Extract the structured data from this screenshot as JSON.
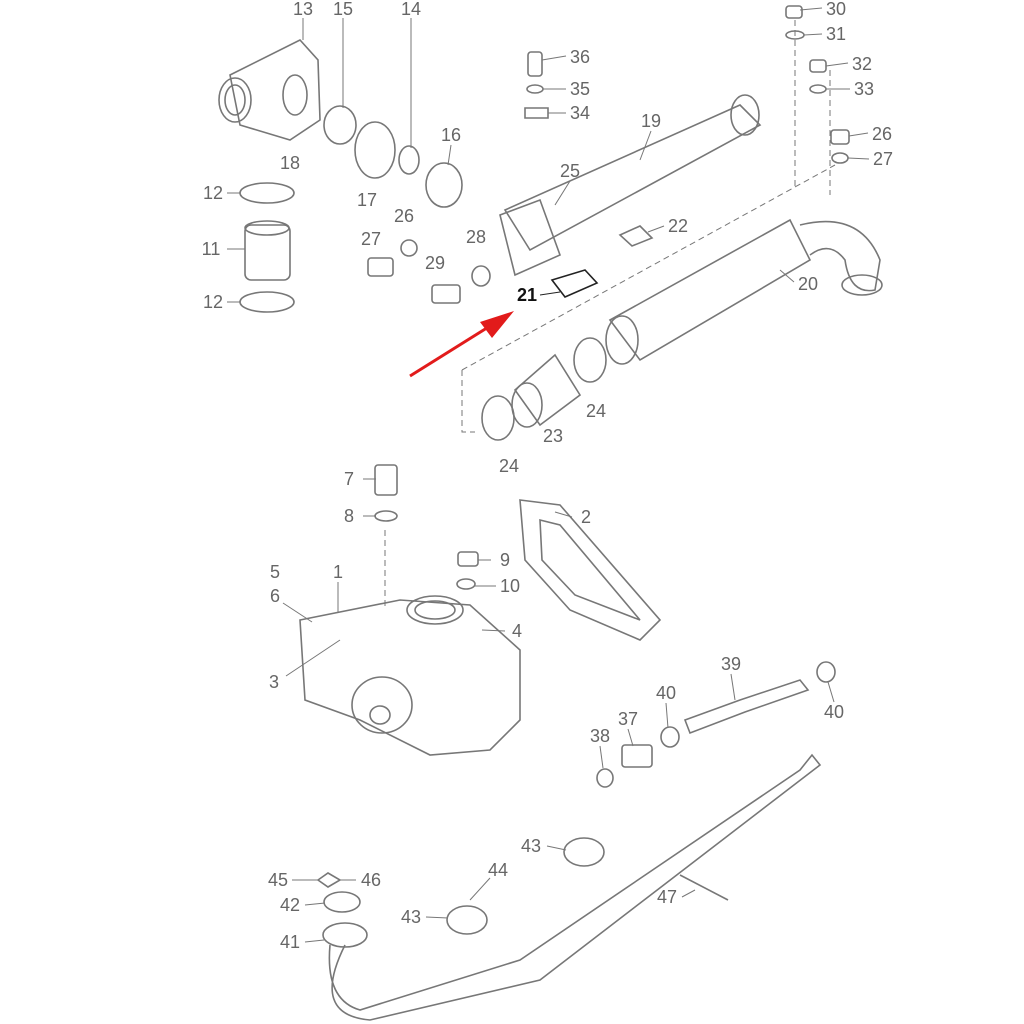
{
  "diagram": {
    "type": "exploded parts diagram",
    "highlight_color": "#e21b1b",
    "line_color": "#777777",
    "highlighted_part": "21",
    "part_labels": [
      "13",
      "15",
      "14",
      "30",
      "31",
      "36",
      "32",
      "35",
      "33",
      "34",
      "19",
      "26",
      "16",
      "27",
      "18",
      "25",
      "12",
      "17",
      "26",
      "22",
      "27",
      "28",
      "11",
      "29",
      "20",
      "21",
      "12",
      "24",
      "23",
      "24",
      "7",
      "2",
      "8",
      "9",
      "5",
      "1",
      "10",
      "6",
      "4",
      "3",
      "39",
      "40",
      "40",
      "37",
      "38",
      "43",
      "44",
      "45",
      "46",
      "42",
      "47",
      "43",
      "41"
    ]
  }
}
